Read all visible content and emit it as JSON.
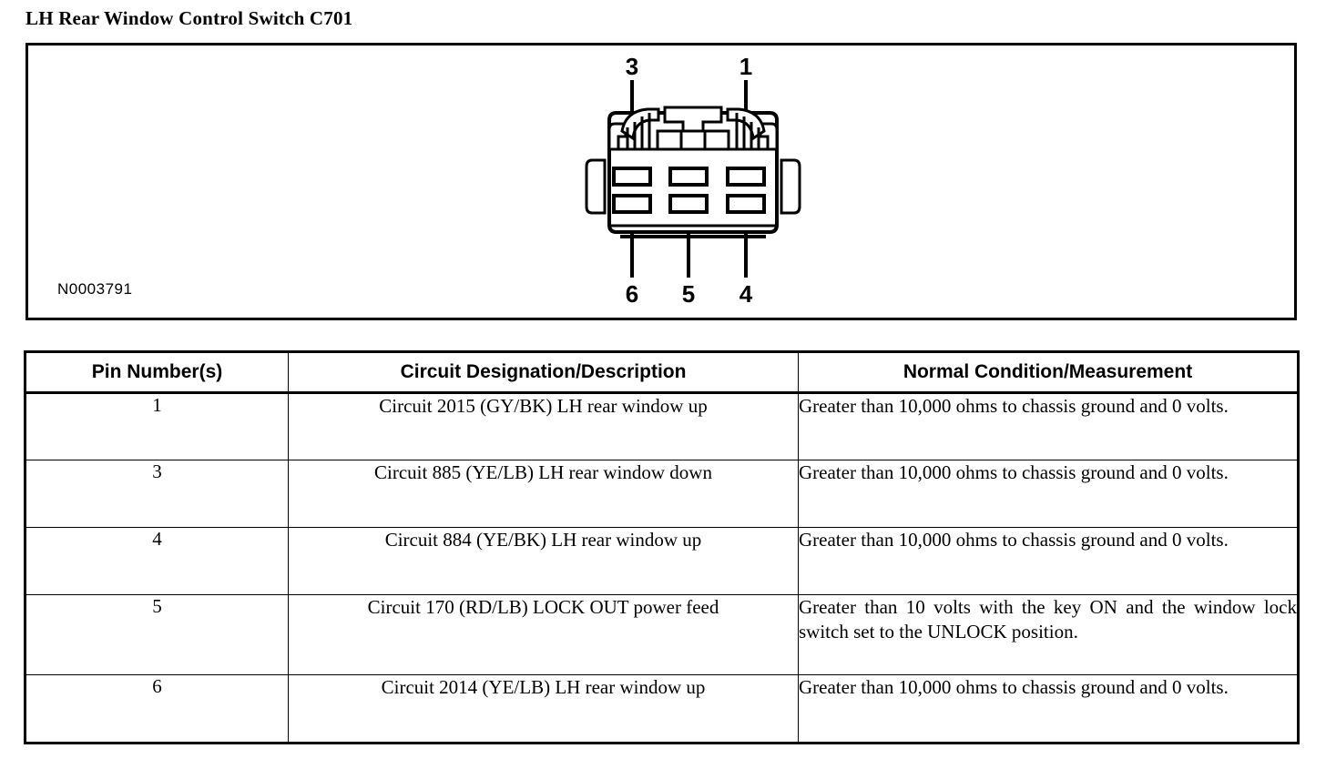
{
  "page": {
    "title": "LH Rear Window Control Switch C701"
  },
  "figure": {
    "reference_id": "N0003791",
    "connector_type": "6-way rectangular connector, two rows of three cavities",
    "pin_callouts": {
      "top_left": "3",
      "top_right": "1",
      "bottom_left": "6",
      "bottom_center": "5",
      "bottom_right": "4"
    },
    "colors": {
      "line": "#000000",
      "fill": "#ffffff"
    }
  },
  "table": {
    "headers": {
      "pin": "Pin Number(s)",
      "description": "Circuit Designation/Description",
      "measurement": "Normal Condition/Measurement"
    },
    "rows": [
      {
        "pin": "1",
        "description": "Circuit 2015 (GY/BK) LH rear window up",
        "measurement": "Greater than 10,000 ohms to chassis ground and 0 volts."
      },
      {
        "pin": "3",
        "description": "Circuit 885 (YE/LB) LH rear window down",
        "measurement": "Greater than 10,000 ohms to chassis ground and 0 volts."
      },
      {
        "pin": "4",
        "description": "Circuit 884 (YE/BK) LH rear window up",
        "measurement": "Greater than 10,000 ohms to chassis ground and 0 volts."
      },
      {
        "pin": "5",
        "description": "Circuit 170 (RD/LB) LOCK OUT power feed",
        "measurement": "Greater than 10 volts with the key ON and the window lock switch set to the UNLOCK position."
      },
      {
        "pin": "6",
        "description": "Circuit 2014 (YE/LB) LH rear window up",
        "measurement": "Greater than 10,000 ohms to chassis ground and 0 volts."
      }
    ]
  }
}
